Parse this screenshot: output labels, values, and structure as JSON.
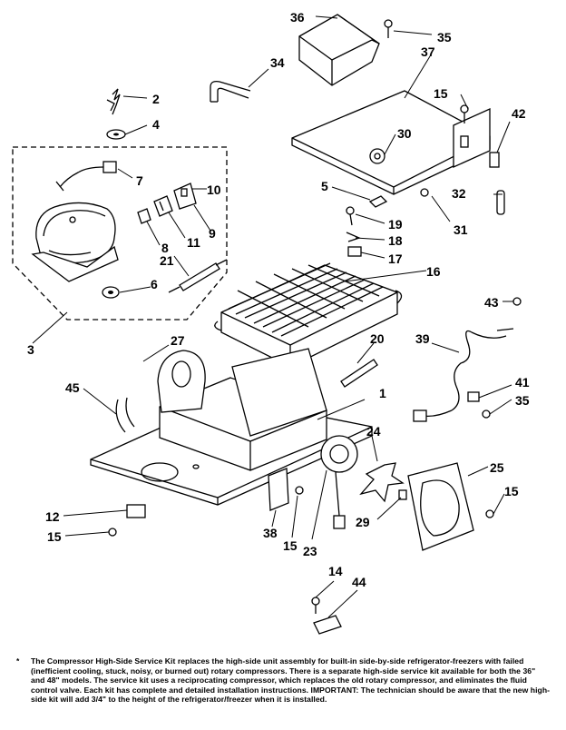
{
  "callouts": [
    {
      "id": "c36",
      "text": "36"
    },
    {
      "id": "c35a",
      "text": "35"
    },
    {
      "id": "c34",
      "text": "34"
    },
    {
      "id": "c37",
      "text": "37"
    },
    {
      "id": "c2",
      "text": "2"
    },
    {
      "id": "c15a",
      "text": "15"
    },
    {
      "id": "c42",
      "text": "42"
    },
    {
      "id": "c4",
      "text": "4"
    },
    {
      "id": "c30",
      "text": "30"
    },
    {
      "id": "c7",
      "text": "7"
    },
    {
      "id": "c5",
      "text": "5"
    },
    {
      "id": "c32",
      "text": "32"
    },
    {
      "id": "c31",
      "text": "31"
    },
    {
      "id": "c10",
      "text": "10"
    },
    {
      "id": "c19",
      "text": "19"
    },
    {
      "id": "c9",
      "text": "9"
    },
    {
      "id": "c11",
      "text": "11"
    },
    {
      "id": "c18",
      "text": "18"
    },
    {
      "id": "c8",
      "text": "8"
    },
    {
      "id": "c21",
      "text": "21"
    },
    {
      "id": "c17",
      "text": "17"
    },
    {
      "id": "c16",
      "text": "16"
    },
    {
      "id": "c6",
      "text": "6"
    },
    {
      "id": "c43",
      "text": "43"
    },
    {
      "id": "c3",
      "text": "3"
    },
    {
      "id": "c27",
      "text": "27"
    },
    {
      "id": "c39",
      "text": "39"
    },
    {
      "id": "c20",
      "text": "20"
    },
    {
      "id": "c45",
      "text": "45"
    },
    {
      "id": "c1",
      "text": "1"
    },
    {
      "id": "c41",
      "text": "41"
    },
    {
      "id": "c35b",
      "text": "35"
    },
    {
      "id": "c24",
      "text": "24"
    },
    {
      "id": "c25",
      "text": "25"
    },
    {
      "id": "c12",
      "text": "12"
    },
    {
      "id": "c15b",
      "text": "15"
    },
    {
      "id": "c15c",
      "text": "15"
    },
    {
      "id": "c29",
      "text": "29"
    },
    {
      "id": "c38",
      "text": "38"
    },
    {
      "id": "c15d",
      "text": "15"
    },
    {
      "id": "c23",
      "text": "23"
    },
    {
      "id": "c14",
      "text": "14"
    },
    {
      "id": "c44",
      "text": "44"
    }
  ],
  "footnote": {
    "mark": "*",
    "text": "The Compressor High-Side Service Kit replaces the high-side unit assembly for built-in side-by-side refrigerator-freezers with failed (inefficient cooling, stuck, noisy, or burned out) rotary compressors. There is a separate high-side service kit available for both the 36\" and 48\" models. The service kit uses a reciprocating compressor, which replaces the old rotary compressor, and eliminates the fluid control valve. Each kit has complete and detailed installation instructions. IMPORTANT: The technician should be aware that the new high-side kit will add 3/4\" to the height of the refrigerator/freezer when it is installed."
  }
}
